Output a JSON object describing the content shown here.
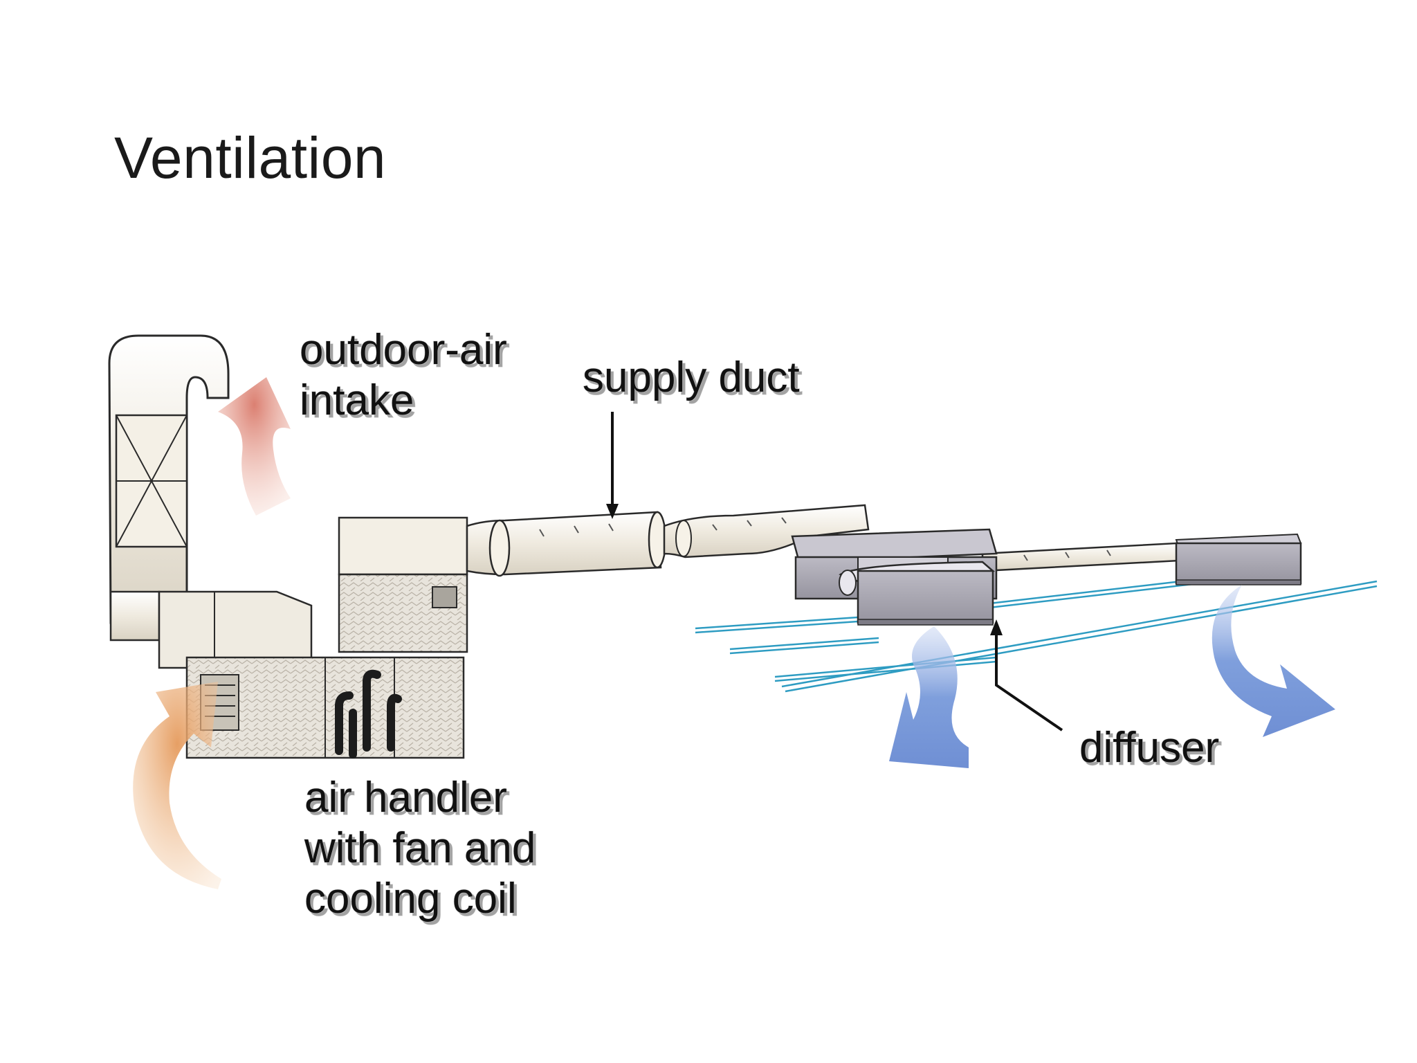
{
  "slide": {
    "title": "Ventilation"
  },
  "labels": {
    "outdoor_air_line1": "outdoor-air",
    "outdoor_air_line2": "intake",
    "supply_duct": "supply duct",
    "diffuser": "diffuser",
    "air_handler_line1": "air handler",
    "air_handler_line2": "with fan and",
    "air_handler_line3": "cooling coil"
  },
  "colors": {
    "outdoor_air_arrow": "#d98a7a",
    "return_air_arrow": "#e7a56d",
    "supply_air_arrow": "#7f9fdc",
    "duct": "#f1ede2",
    "diffuser": "#a9a7b2",
    "ceiling_lines": "#2e9cc2"
  }
}
